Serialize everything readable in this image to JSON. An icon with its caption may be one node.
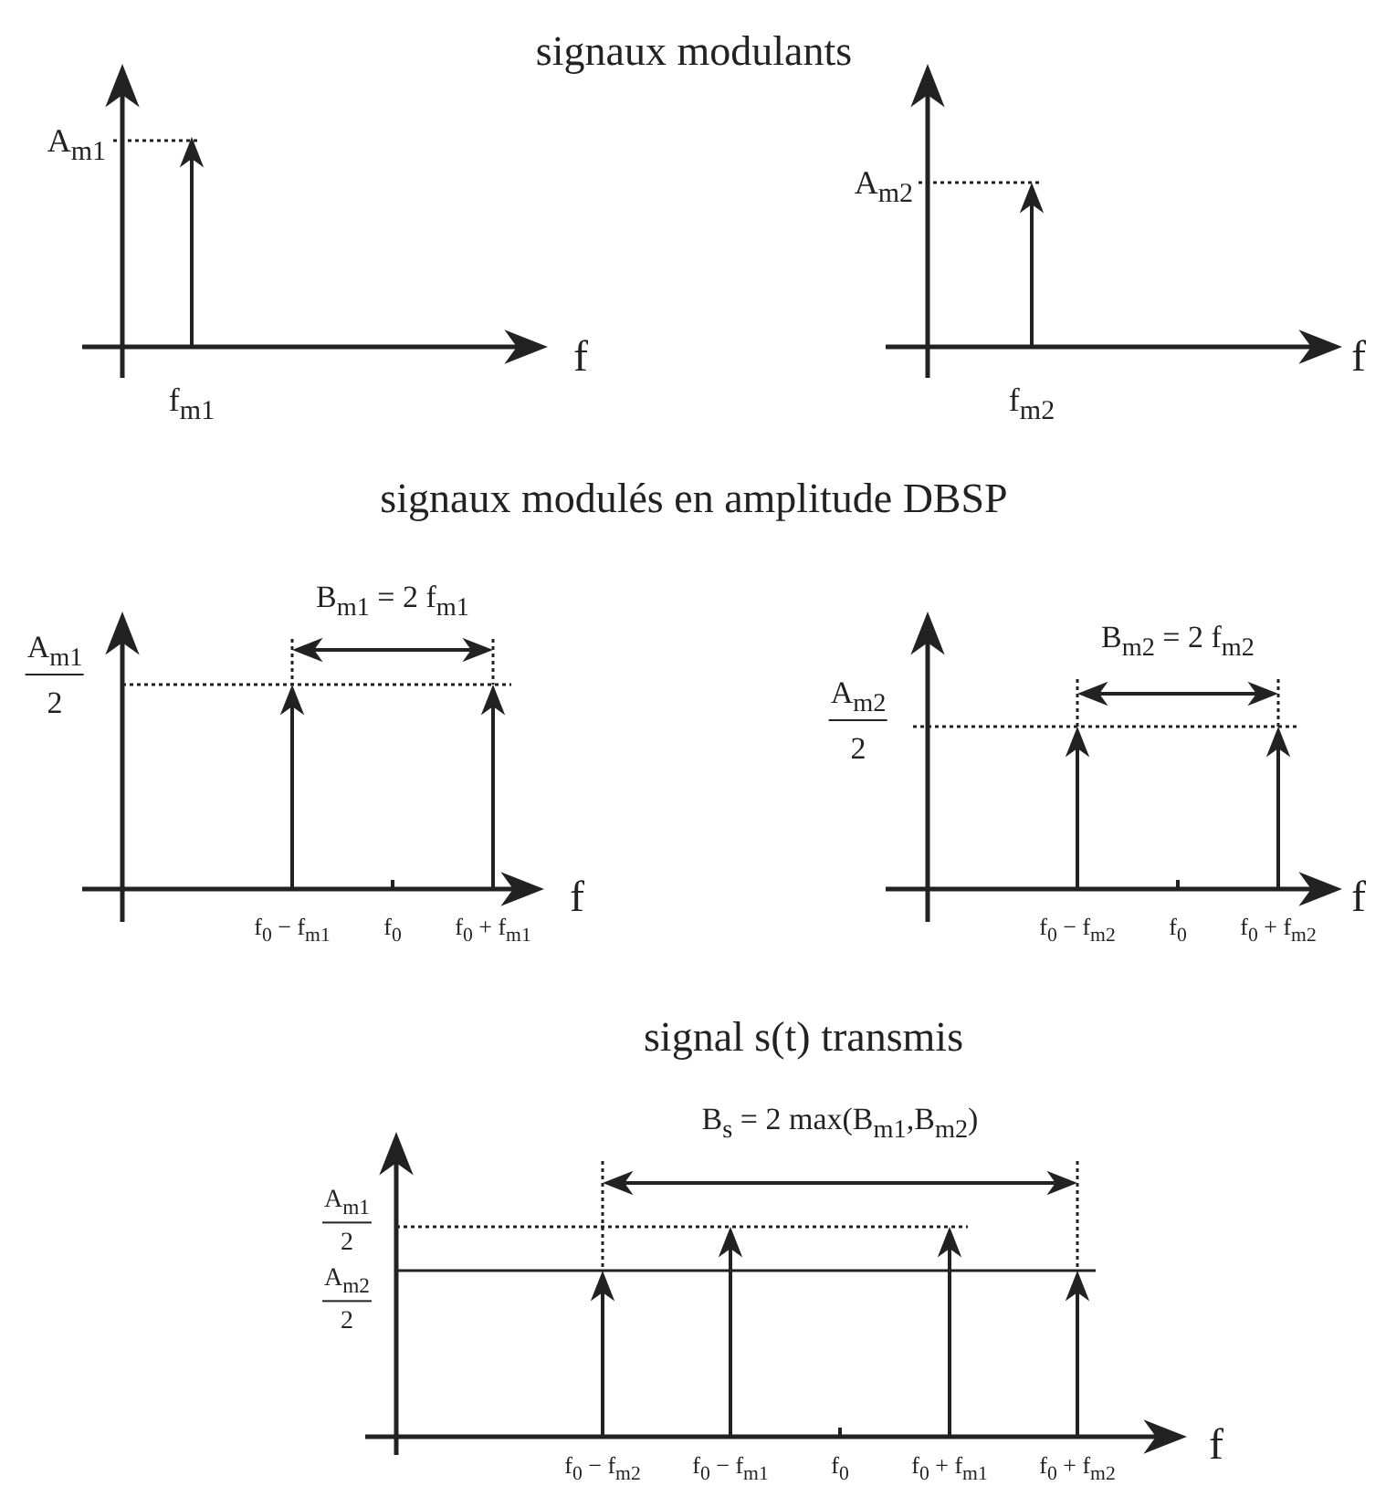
{
  "diagram": {
    "labels": [
      "signaux modulants",
      "A$_{m1}$",
      "f",
      "f$_{m1}$",
      "A$_{m2}$",
      "f",
      "f$_{m2}$",
      "signaux modulés en amplitude DBSP",
      "B$_{m1}$ = 2 f$_{m1}$",
      "A$_{m1}$",
      "2",
      "f",
      "f$_{0}$ − f$_{m1}$",
      "f$_{0}$",
      "f$_{0}$ + f$_{m1}$",
      "B$_{m2}$ = 2 f$_{m2}$",
      "A$_{m2}$",
      "2",
      "f",
      "f$_{0}$ − f$_{m2}$",
      "f$_{0}$",
      "f$_{0}$ + f$_{m2}$",
      "signal s(t) transmis",
      "B$_{s}$ = 2 max(B$_{m1}$,B$_{m2}$)",
      "A$_{m1}$",
      "2",
      "A$_{m2}$",
      "2",
      "f",
      "f$_{0}$ − f$_{m2}$",
      "f$_{0}$ − f$_{m1}$",
      "f$_{0}$",
      "f$_{0}$ + f$_{m1}$",
      "f$_{0}$ + f$_{m2}$"
    ]
  }
}
